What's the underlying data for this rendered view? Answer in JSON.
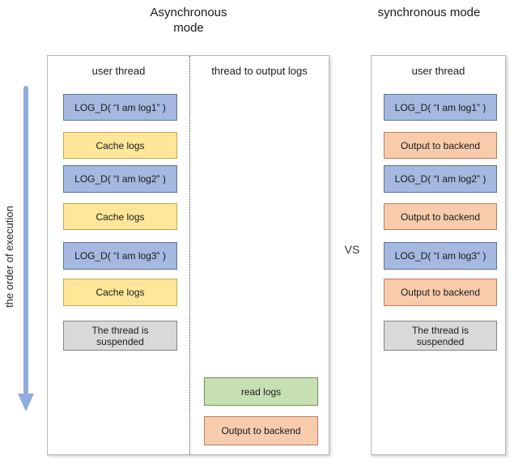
{
  "header": {
    "left_title": "Asynchronous mode",
    "right_title": "synchronous mode",
    "vs_label": "VS"
  },
  "execution_axis": {
    "label": "the order of execution"
  },
  "async_panel": {
    "user_thread_header": "user thread",
    "output_thread_header": "thread to output logs",
    "user_thread_boxes": [
      {
        "label": "LOG_D( “I am log1” )",
        "type": "log-call"
      },
      {
        "label": "Cache logs",
        "type": "cache"
      },
      {
        "label": "LOG_D( “I am log2” )",
        "type": "log-call"
      },
      {
        "label": "Cache logs",
        "type": "cache"
      },
      {
        "label": "LOG_D( “I am log3” )",
        "type": "log-call"
      },
      {
        "label": "Cache logs",
        "type": "cache"
      },
      {
        "label": "The thread is suspended",
        "type": "suspended"
      }
    ],
    "output_thread_boxes": [
      {
        "label": "read logs",
        "type": "read"
      },
      {
        "label": "Output to backend",
        "type": "output"
      }
    ]
  },
  "sync_panel": {
    "user_thread_header": "user thread",
    "boxes": [
      {
        "label": "LOG_D( “I am log1” )",
        "type": "log-call"
      },
      {
        "label": "Output to backend",
        "type": "output"
      },
      {
        "label": "LOG_D( “I am log2” )",
        "type": "log-call"
      },
      {
        "label": "Output to backend",
        "type": "output"
      },
      {
        "label": "LOG_D( “I am log3” )",
        "type": "log-call"
      },
      {
        "label": "Output to backend",
        "type": "output"
      },
      {
        "label": "The thread is suspended",
        "type": "suspended"
      }
    ]
  },
  "colors": {
    "log_call_fill": "#A4B8E0",
    "log_call_border": "#5C74A0",
    "cache_fill": "#FFE699",
    "cache_border": "#C7A74A",
    "output_fill": "#F8CBAD",
    "output_border": "#BC7D56",
    "read_fill": "#C6E0B4",
    "read_border": "#71914D",
    "suspended_fill": "#D9D9D9",
    "suspended_border": "#848484",
    "arrow": "#8FAADC"
  }
}
